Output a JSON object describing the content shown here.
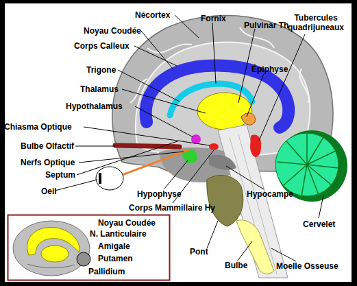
{
  "diagram": {
    "labels": [
      "Nécortex",
      "Fornix",
      "Tubercules quadrijuneaux",
      "Pulvinar Th",
      "Noyau Coudée",
      "Corps Calleux",
      "Trigone",
      "Épiphyse",
      "Thalamus",
      "Hypothalamus",
      "Chiasma Optique",
      "Bulbe Olfactif",
      "Nerfs Optique",
      "Septum",
      "Oeil",
      "Hypophyse",
      "Hypocampe",
      "Corps Mammillaire Hy",
      "Cervelet",
      "Noyau Coudée",
      "N. Lanticulaire",
      "Pont",
      "Amigale",
      "Putamen",
      "Bulbe",
      "Moelle Osseuse",
      "Pallidium"
    ]
  }
}
